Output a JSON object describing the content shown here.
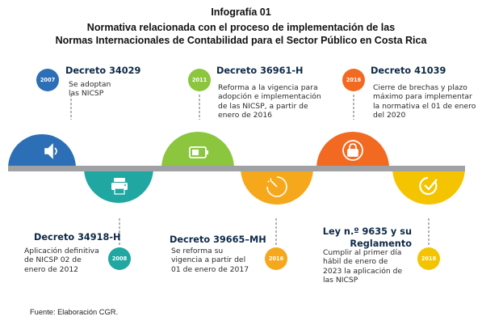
{
  "header": {
    "infografia": "Infografía 01",
    "title_line1": "Normativa relacionada con el proceso de implementación de las",
    "title_line2": "Normas Internacionales de Contabilidad para el Sector Público en Costa Rica"
  },
  "colors": {
    "blue": "#2d6fb6",
    "teal": "#20a7a1",
    "green": "#8cc63f",
    "yellow_orange": "#f6a81d",
    "orange": "#f26a21",
    "yellow": "#f5c400",
    "gray": "#9fa1a4"
  },
  "timeline": [
    {
      "year": "2007",
      "title": "Decreto 34029",
      "description": [
        "Se adoptan",
        "las NICSP"
      ],
      "icon": "speaker-icon",
      "color": "#2d6fb6"
    },
    {
      "year": "2008",
      "title": "Decreto 34918-H",
      "description": [
        "Aplicación definitiva",
        "de NICSP 02 de",
        "enero de 2012"
      ],
      "icon": "printer-icon",
      "color": "#20a7a1"
    },
    {
      "year": "2011",
      "title": "Decreto 36961-H",
      "description": [
        "Reforma a la vigencia para",
        "adopción e implementación",
        "de las NICSP, a partir de",
        "enero de 2016"
      ],
      "icon": "battery-icon",
      "color": "#8cc63f"
    },
    {
      "year": "2016",
      "title": "Decreto 39665–MH",
      "description": [
        "Se reforma su",
        "vigencia a partir del",
        "01 de enero de 2017"
      ],
      "icon": "clock-icon",
      "color": "#f6a81d"
    },
    {
      "year": "2016",
      "title": "Decreto 41039",
      "description": [
        "Cierre de brechas y plazo",
        "máximo para implementar",
        "la normativa el 01 de enero",
        "del 2020"
      ],
      "icon": "lock-icon",
      "color": "#f26a21"
    },
    {
      "year": "2018",
      "title_lines": [
        "Ley n.º 9635 y su",
        "Reglamento"
      ],
      "description": [
        "Cumplir al primer día",
        "hábil de enero de",
        "2023 la aplicación de",
        "las NICSP"
      ],
      "icon": "check-circle-icon",
      "color": "#f5c400"
    }
  ],
  "footer": {
    "source": "Fuente: Elaboración CGR."
  }
}
